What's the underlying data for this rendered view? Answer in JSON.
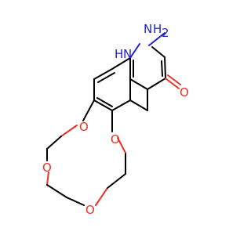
{
  "molecule": {
    "atom_labels": {
      "amine_n": "N",
      "amine_h2": "H",
      "ring_nh_h": "H",
      "ring_nh_n": "N",
      "carbonyl_o": "O",
      "ether_o1": "O",
      "ether_o2": "O",
      "ether_o3": "O",
      "ether_o4": "O"
    },
    "colors": {
      "carbon_bond": "#000000",
      "nitrogen": "#1f1fd6",
      "oxygen": "#e8322a",
      "background": "#ffffff"
    }
  }
}
